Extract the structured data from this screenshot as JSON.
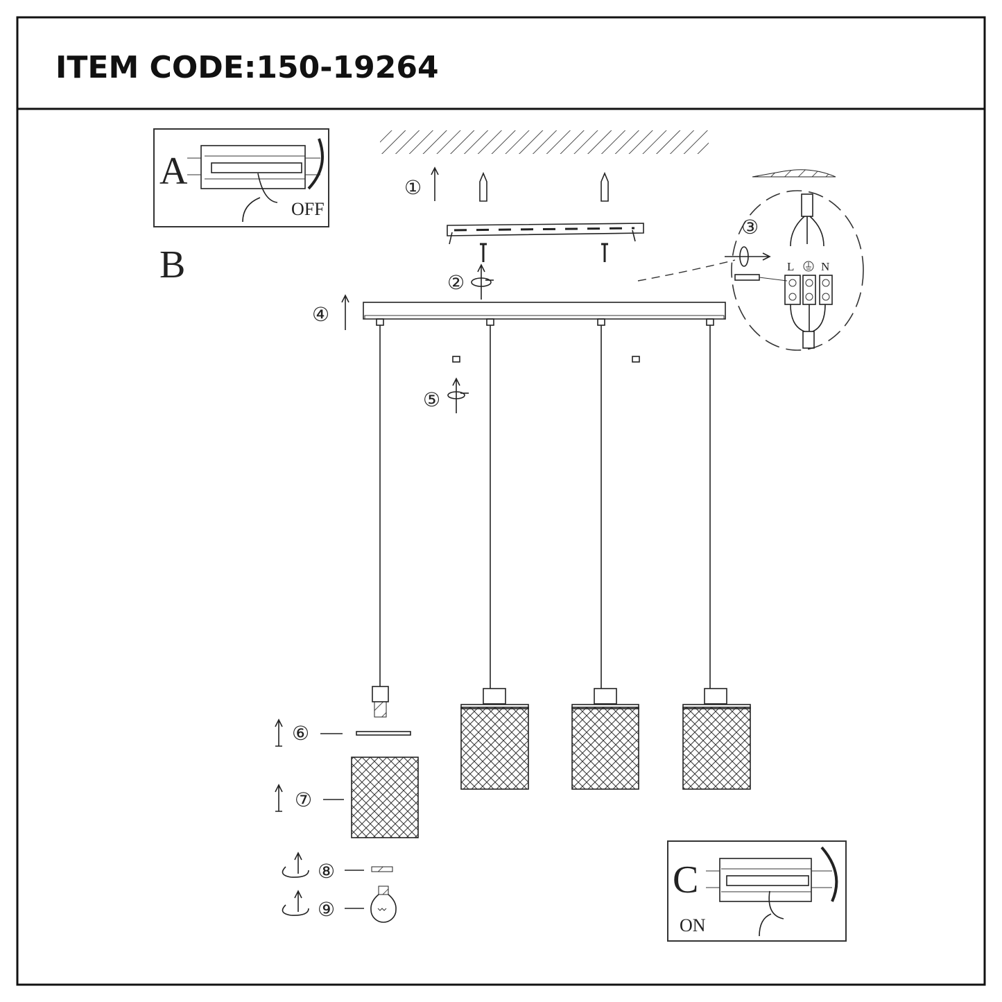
{
  "header": {
    "title": "ITEM CODE:150-19264"
  },
  "panels": {
    "a": {
      "letter": "A",
      "caption": "OFF"
    },
    "b": {
      "letter": "B"
    },
    "c": {
      "letter": "C",
      "caption": "ON"
    }
  },
  "steps": [
    "①",
    "②",
    "③",
    "④",
    "⑤",
    "⑥",
    "⑦",
    "⑧",
    "⑨"
  ],
  "wiring": {
    "live": "L",
    "neutral": "N",
    "earth_icon": "ground-symbol-icon"
  },
  "colors": {
    "line": "#222222",
    "background": "#ffffff"
  }
}
